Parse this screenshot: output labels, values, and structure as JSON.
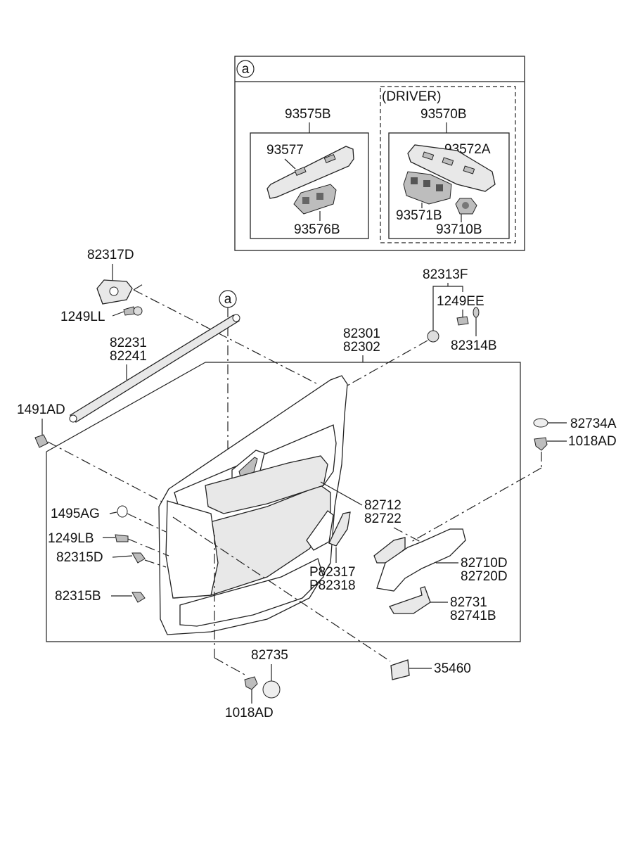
{
  "inset": {
    "marker": "a",
    "driver_label": "(DRIVER)",
    "left_assembly": "93575B",
    "left_bezel": "93577",
    "left_switch": "93576B",
    "right_assembly": "93570B",
    "right_bezel": "93572A",
    "right_switch": "93571B",
    "right_mirror_switch": "93710B"
  },
  "callout_marker": "a",
  "parts": {
    "p82317D": "82317D",
    "p1249LL": "1249LL",
    "p82231": "82231",
    "p82241": "82241",
    "p1491AD": "1491AD",
    "p82313F": "82313F",
    "p1249EE": "1249EE",
    "p82314B": "82314B",
    "p82301": "82301",
    "p82302": "82302",
    "p82734A": "82734A",
    "p1018AD_r": "1018AD",
    "p82712": "82712",
    "p82722": "82722",
    "p1495AG": "1495AG",
    "p1249LB": "1249LB",
    "p82315D": "82315D",
    "pP82317": "P82317",
    "pP82318": "P82318",
    "p82710D": "82710D",
    "p82720D": "82720D",
    "p82315B": "82315B",
    "p82731": "82731",
    "p82741B": "82741B",
    "p82735": "82735",
    "p35460": "35460",
    "p1018AD_b": "1018AD"
  }
}
